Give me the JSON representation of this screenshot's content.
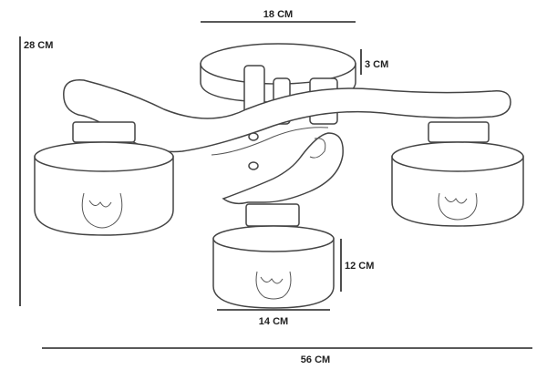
{
  "dimensions": {
    "canopy_width": "18 CM",
    "canopy_height": "3 CM",
    "total_height": "28 CM",
    "shade_height": "12 CM",
    "shade_width": "14 CM",
    "total_width": "56 CM"
  },
  "colors": {
    "line": "#333333",
    "background": "#ffffff"
  }
}
